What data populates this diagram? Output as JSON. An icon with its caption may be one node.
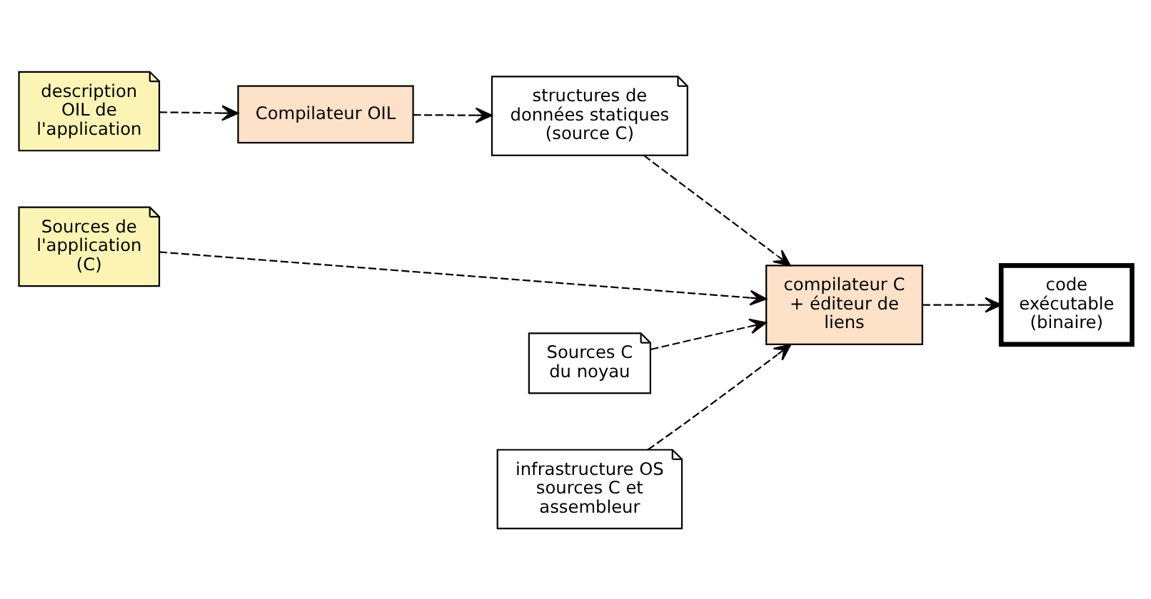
{
  "diagram": {
    "nodes": [
      {
        "text": [
          "description OIL de l'application"
        ]
      },
      {
        "text": [
          "Compilateur OIL"
        ]
      },
      {
        "text": [
          "structures de données statiques (source C)"
        ]
      },
      {
        "text": [
          "Sources de l'application (C)"
        ]
      },
      {
        "text": [
          "Sources C du noyau"
        ]
      },
      {
        "text": [
          "infrastructure OS sources C et assembleur"
        ]
      },
      {
        "text": [
          "compilateur C + éditeur de liens"
        ]
      },
      {
        "text": [
          "code exécutable (binaire)"
        ]
      }
    ],
    "edges": [
      {
        "from": 0,
        "to": 1,
        "arrow": "to",
        "style": "dashed"
      },
      {
        "from": 1,
        "to": 2,
        "arrow": "to",
        "style": "dashed"
      },
      {
        "from": 4,
        "to": 6,
        "arrow": "to",
        "style": "dashed"
      },
      {
        "from": 5,
        "to": 6,
        "arrow": "to",
        "style": "dashed"
      },
      {
        "from": 2,
        "to": 6,
        "arrow": "to",
        "style": "dashed"
      },
      {
        "from": 3,
        "to": 6,
        "arrow": "to",
        "style": "dashed"
      },
      {
        "from": 6,
        "to": 7,
        "arrow": "to",
        "style": "dashed"
      }
    ]
  }
}
